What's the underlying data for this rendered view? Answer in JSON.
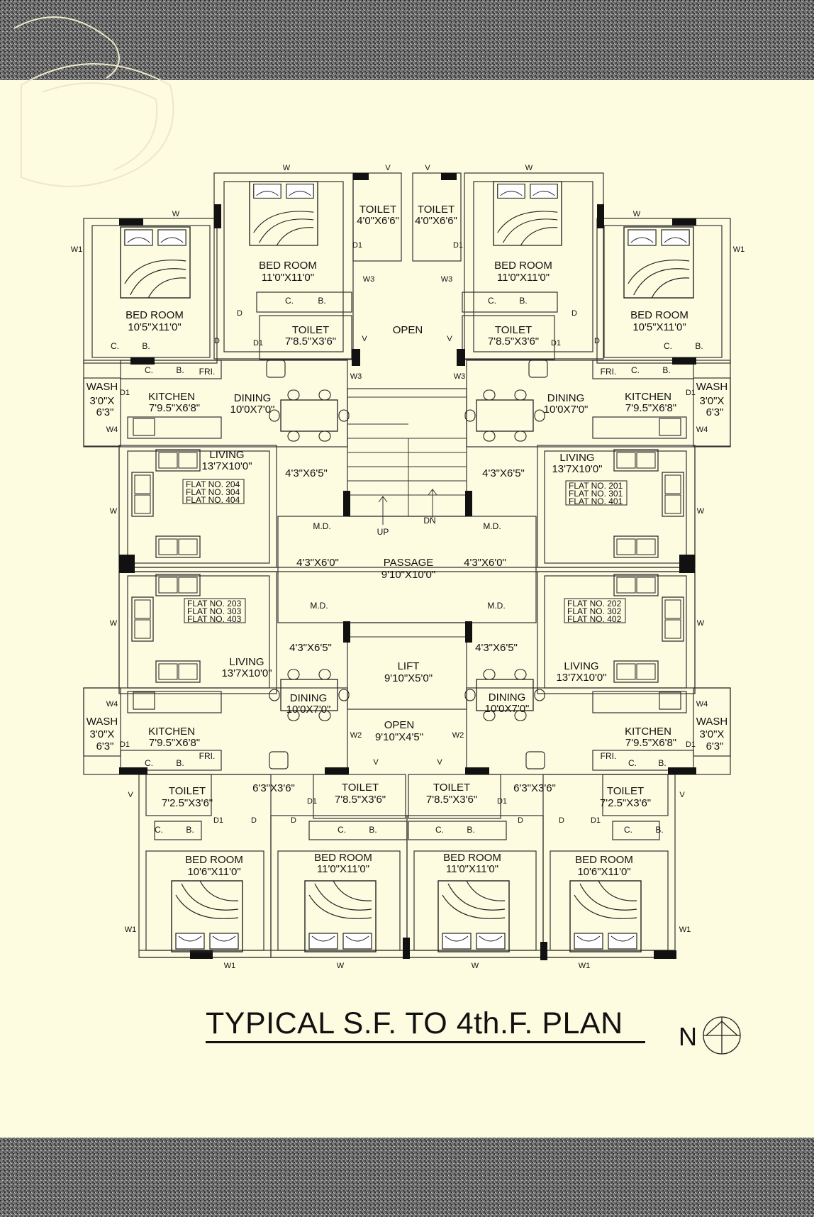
{
  "title": "TYPICAL S.F. TO 4th.F. PLAN",
  "north": "N",
  "labels": {
    "bedroom_nw_name": "BED ROOM",
    "bedroom_nw_dim": "10'5\"X11'0\"",
    "bedroom_nc_name": "BED ROOM",
    "bedroom_nc_dim": "11'0\"X11'0\"",
    "bedroom_ncr_name": "BED ROOM",
    "bedroom_ncr_dim": "11'0\"X11'0\"",
    "bedroom_ne_name": "BED ROOM",
    "bedroom_ne_dim": "10'5\"X11'0\"",
    "toilet_tl_name": "TOILET",
    "toilet_tl_dim": "4'0\"X6'6\"",
    "toilet_tr_name": "TOILET",
    "toilet_tr_dim": "4'0\"X6'6\"",
    "toilet_ul_name": "TOILET",
    "toilet_ul_dim": "7'8.5\"X3'6\"",
    "toilet_ur_name": "TOILET",
    "toilet_ur_dim": "7'8.5\"X3'6\"",
    "open_top": "OPEN",
    "wash_ul_name": "WASH",
    "wash_ul_dim1": "3'0\"X",
    "wash_ul_dim2": "6'3\"",
    "wash_ur_name": "WASH",
    "wash_ur_dim1": "3'0\"X",
    "wash_ur_dim2": "6'3\"",
    "kitchen_ul_name": "KITCHEN",
    "kitchen_ul_dim": "7'9.5\"X6'8\"",
    "kitchen_ur_name": "KITCHEN",
    "kitchen_ur_dim": "7'9.5\"X6'8\"",
    "dining_ul_name": "DINING",
    "dining_ul_dim": "10'0X7'0\"",
    "dining_ur_name": "DINING",
    "dining_ur_dim": "10'0X7'0\"",
    "living_ul_name": "LIVING",
    "living_ul_dim": "13'7X10'0\"",
    "living_ur_name": "LIVING",
    "living_ur_dim": "13'7X10'0\"",
    "lobby_ul": "4'3\"X6'5\"",
    "lobby_ur": "4'3\"X6'5\"",
    "flat_ul": [
      "FLAT NO. 204",
      "FLAT NO. 304",
      "FLAT NO. 404"
    ],
    "flat_ur": [
      "FLAT NO. 201",
      "FLAT NO. 301",
      "FLAT NO. 401"
    ],
    "flat_ll": [
      "FLAT NO. 203",
      "FLAT NO. 303",
      "FLAT NO. 403"
    ],
    "flat_lr": [
      "FLAT NO. 202",
      "FLAT NO. 302",
      "FLAT NO. 402"
    ],
    "up": "UP",
    "dn": "DN",
    "md_ul": "M.D.",
    "md_ur": "M.D.",
    "md_ll": "M.D.",
    "md_lr": "M.D.",
    "passage_name": "PASSAGE",
    "passage_dim": "9'10\"X10'0\"",
    "corr_l": "4'3\"X6'0\"",
    "corr_r": "4'3\"X6'0\"",
    "lobby_ll": "4'3\"X6'5\"",
    "lobby_lr": "4'3\"X6'5\"",
    "lift_name": "LIFT",
    "lift_dim": "9'10\"X5'0\"",
    "living_ll_name": "LIVING",
    "living_ll_dim": "13'7X10'0\"",
    "living_lr_name": "LIVING",
    "living_lr_dim": "13'7X10'0\"",
    "dining_ll_name": "DINING",
    "dining_ll_dim": "10'0X7'0\"",
    "dining_lr_name": "DINING",
    "dining_lr_dim": "10'0X7'0\"",
    "open_bot_name": "OPEN",
    "open_bot_dim": "9'10\"X4'5\"",
    "wash_ll_name": "WASH",
    "wash_ll_dim1": "3'0\"X",
    "wash_ll_dim2": "6'3\"",
    "wash_lr_name": "WASH",
    "wash_lr_dim1": "3'0\"X",
    "wash_lr_dim2": "6'3\"",
    "kitchen_ll_name": "KITCHEN",
    "kitchen_ll_dim": "7'9.5\"X6'8\"",
    "kitchen_lr_name": "KITCHEN",
    "kitchen_lr_dim": "7'9.5\"X6'8\"",
    "toilet_ll_name": "TOILET",
    "toilet_ll_dim": "7'2.5\"X3'6\"",
    "toilet_lr_name": "TOILET",
    "toilet_lr_dim": "7'2.5\"X3'6\"",
    "toilet_lcl_name": "TOILET",
    "toilet_lcl_dim": "7'8.5\"X3'6\"",
    "toilet_lcr_name": "TOILET",
    "toilet_lcr_dim": "7'8.5\"X3'6\"",
    "bal_l": "6'3\"X3'6\"",
    "bal_r": "6'3\"X3'6\"",
    "bedroom_sw_name": "BED ROOM",
    "bedroom_sw_dim": "10'6\"X11'0\"",
    "bedroom_sc_name": "BED ROOM",
    "bedroom_sc_dim": "11'0\"X11'0\"",
    "bedroom_scr_name": "BED ROOM",
    "bedroom_scr_dim": "11'0\"X11'0\"",
    "bedroom_se_name": "BED ROOM",
    "bedroom_se_dim": "10'6\"X11'0\"",
    "cb": "C.",
    "b": "B.",
    "fri": "FRI.",
    "w": "W",
    "w1": "W1",
    "w2": "W2",
    "w3": "W3",
    "w4": "W4",
    "v": "V",
    "d": "D",
    "d1": "D1"
  }
}
